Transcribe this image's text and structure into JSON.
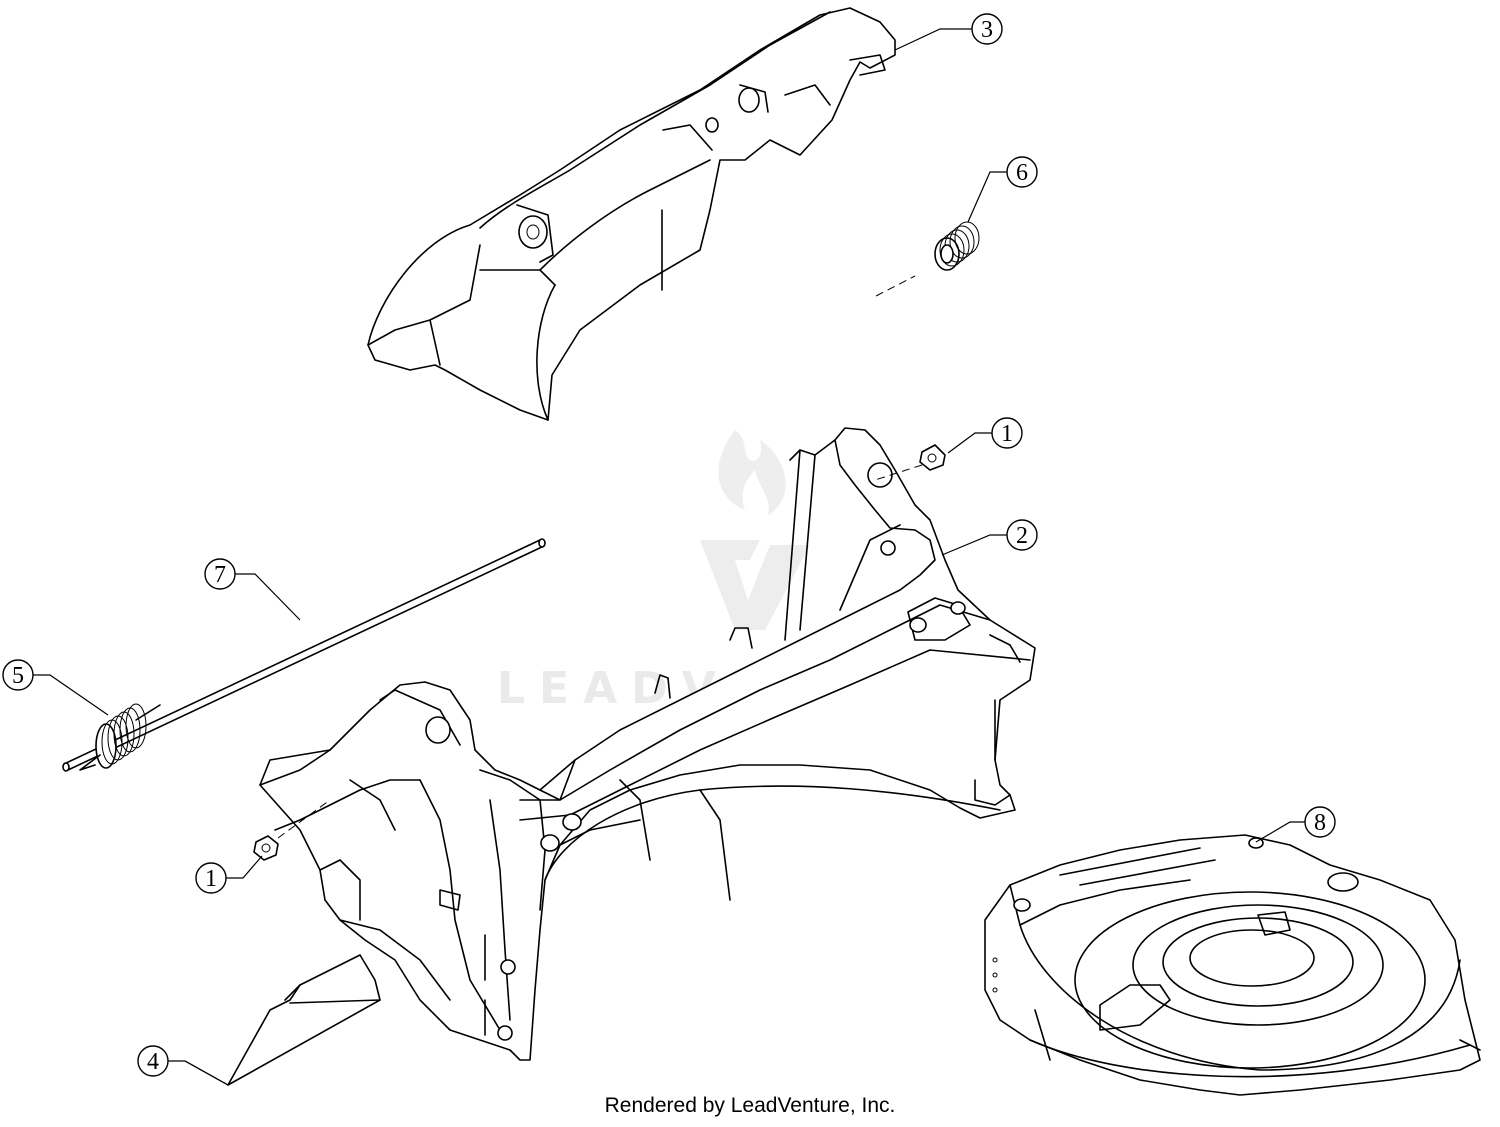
{
  "diagram": {
    "callouts": [
      {
        "id": "c3",
        "label": "3"
      },
      {
        "id": "c6",
        "label": "6"
      },
      {
        "id": "c1a",
        "label": "1"
      },
      {
        "id": "c2",
        "label": "2"
      },
      {
        "id": "c7",
        "label": "7"
      },
      {
        "id": "c5",
        "label": "5"
      },
      {
        "id": "c1b",
        "label": "1"
      },
      {
        "id": "c8",
        "label": "8"
      },
      {
        "id": "c4",
        "label": "4"
      }
    ],
    "watermark": "LEADVENTURE",
    "footer": "Rendered by LeadVenture, Inc."
  }
}
